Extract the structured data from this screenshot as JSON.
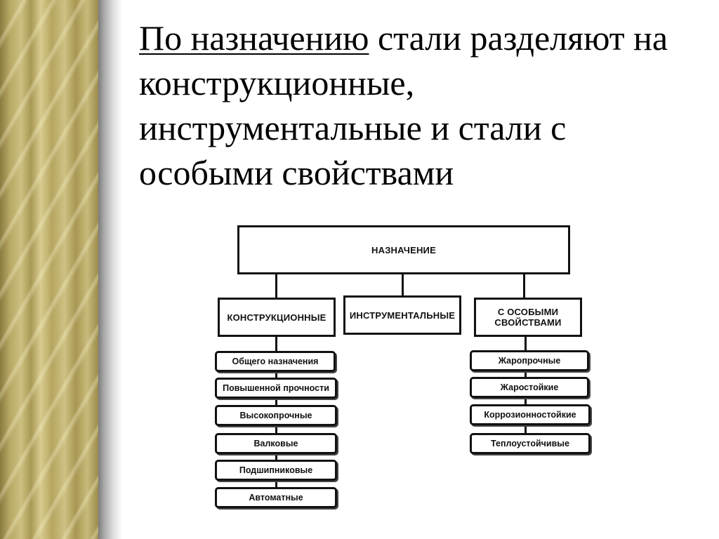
{
  "heading": {
    "underlined": "По назначению",
    "rest": " стали разделяют на конструкционные, инструментальные и стали с особыми свойствами"
  },
  "diagram": {
    "root": "НАЗНАЧЕНИЕ",
    "categories": {
      "structural": "КОНСТРУКЦИОННЫЕ",
      "tool": "ИНСТРУМЕНТАЛЬНЫЕ",
      "special": "С ОСОБЫМИ СВОЙСТВАМИ"
    },
    "structural_items": [
      "Общего назначения",
      "Повышенной прочности",
      "Высокопрочные",
      "Валковые",
      "Подшипниковые",
      "Автоматные"
    ],
    "special_items": [
      "Жаропрочные",
      "Жаростойкие",
      "Коррозионностойкие",
      "Теплоустойчивые"
    ]
  }
}
